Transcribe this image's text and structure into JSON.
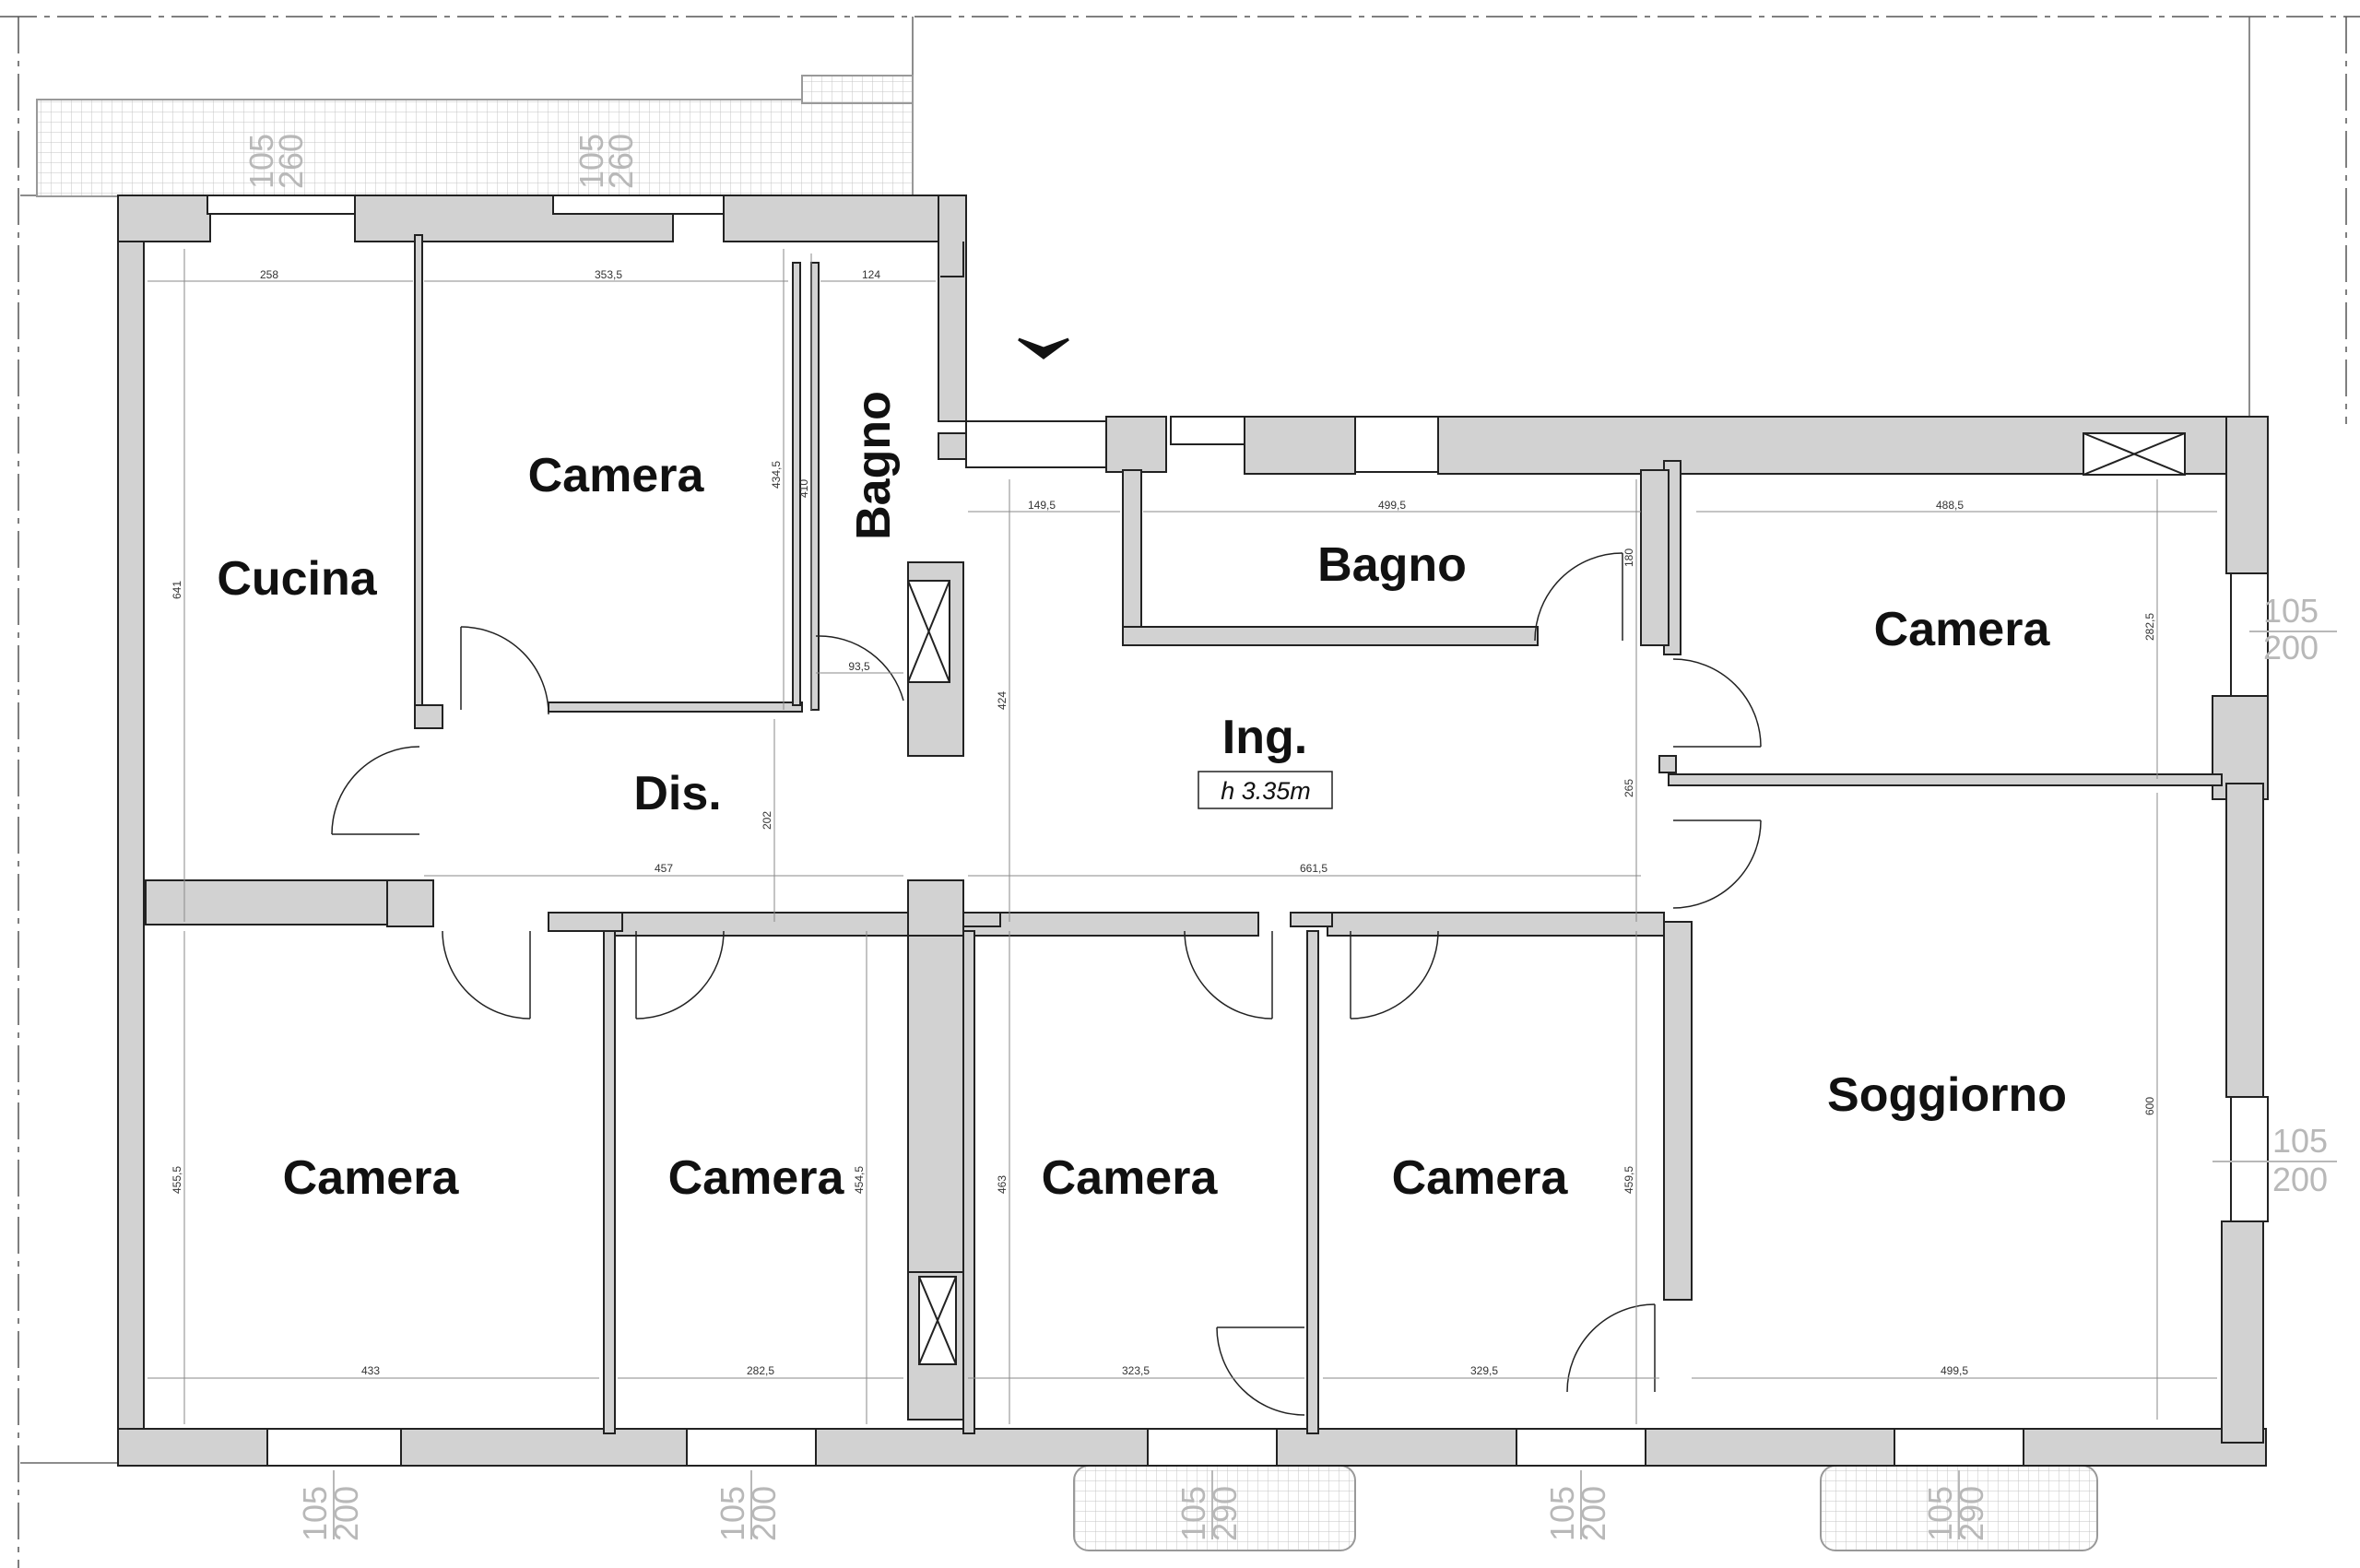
{
  "rooms": {
    "cucina": "Cucina",
    "camera_top": "Camera",
    "bagno_left": "Bagno",
    "bagno_center": "Bagno",
    "camera_right_top": "Camera",
    "ingresso": "Ing.",
    "ingresso_height": "h 3.35m",
    "disimpegno": "Dis.",
    "camera_b1": "Camera",
    "camera_b2": "Camera",
    "camera_b3": "Camera",
    "camera_b4": "Camera",
    "soggiorno": "Soggiorno"
  },
  "dimensions": {
    "cucina_w": "258",
    "cucina_h": "641",
    "camera_top_w": "353,5",
    "camera_top_h": "434,5",
    "bagno_left_w": "124",
    "bagno_left_h": "410",
    "bagno_door": "93,5",
    "ing_strip_w": "149,5",
    "bagno_center_w": "499,5",
    "bagno_center_h": "180",
    "ing_h": "424",
    "camera_rt_w": "488,5",
    "camera_rt_h": "282,5",
    "ing_right_h": "265",
    "dis_w": "457",
    "dis_h": "202",
    "ing_w": "661,5",
    "camera_b1_h": "455,5",
    "camera_b1_w": "433",
    "camera_b2_h": "454,5",
    "camera_b2_w": "282,5",
    "camera_b3_h": "463",
    "camera_b3_w": "323,5",
    "camera_b4_h": "459,5",
    "camera_b4_w": "329,5",
    "soggiorno_h": "600",
    "soggiorno_w": "499,5"
  },
  "windows": {
    "top1_a": "105",
    "top1_b": "260",
    "top2_a": "105",
    "top2_b": "260",
    "right1_a": "105",
    "right1_b": "200",
    "right2_a": "105",
    "right2_b": "200",
    "bot1_a": "105",
    "bot1_b": "200",
    "bot2_a": "105",
    "bot2_b": "200",
    "bot3_a": "105",
    "bot3_b": "290",
    "bot4_a": "105",
    "bot4_b": "200",
    "bot5_a": "105",
    "bot5_b": "290"
  },
  "colors": {
    "wall": "#d2d2d2",
    "line": "#222222",
    "thin": "#8a8a8a"
  },
  "icons": {
    "entrance": "entrance-arrow-icon"
  }
}
